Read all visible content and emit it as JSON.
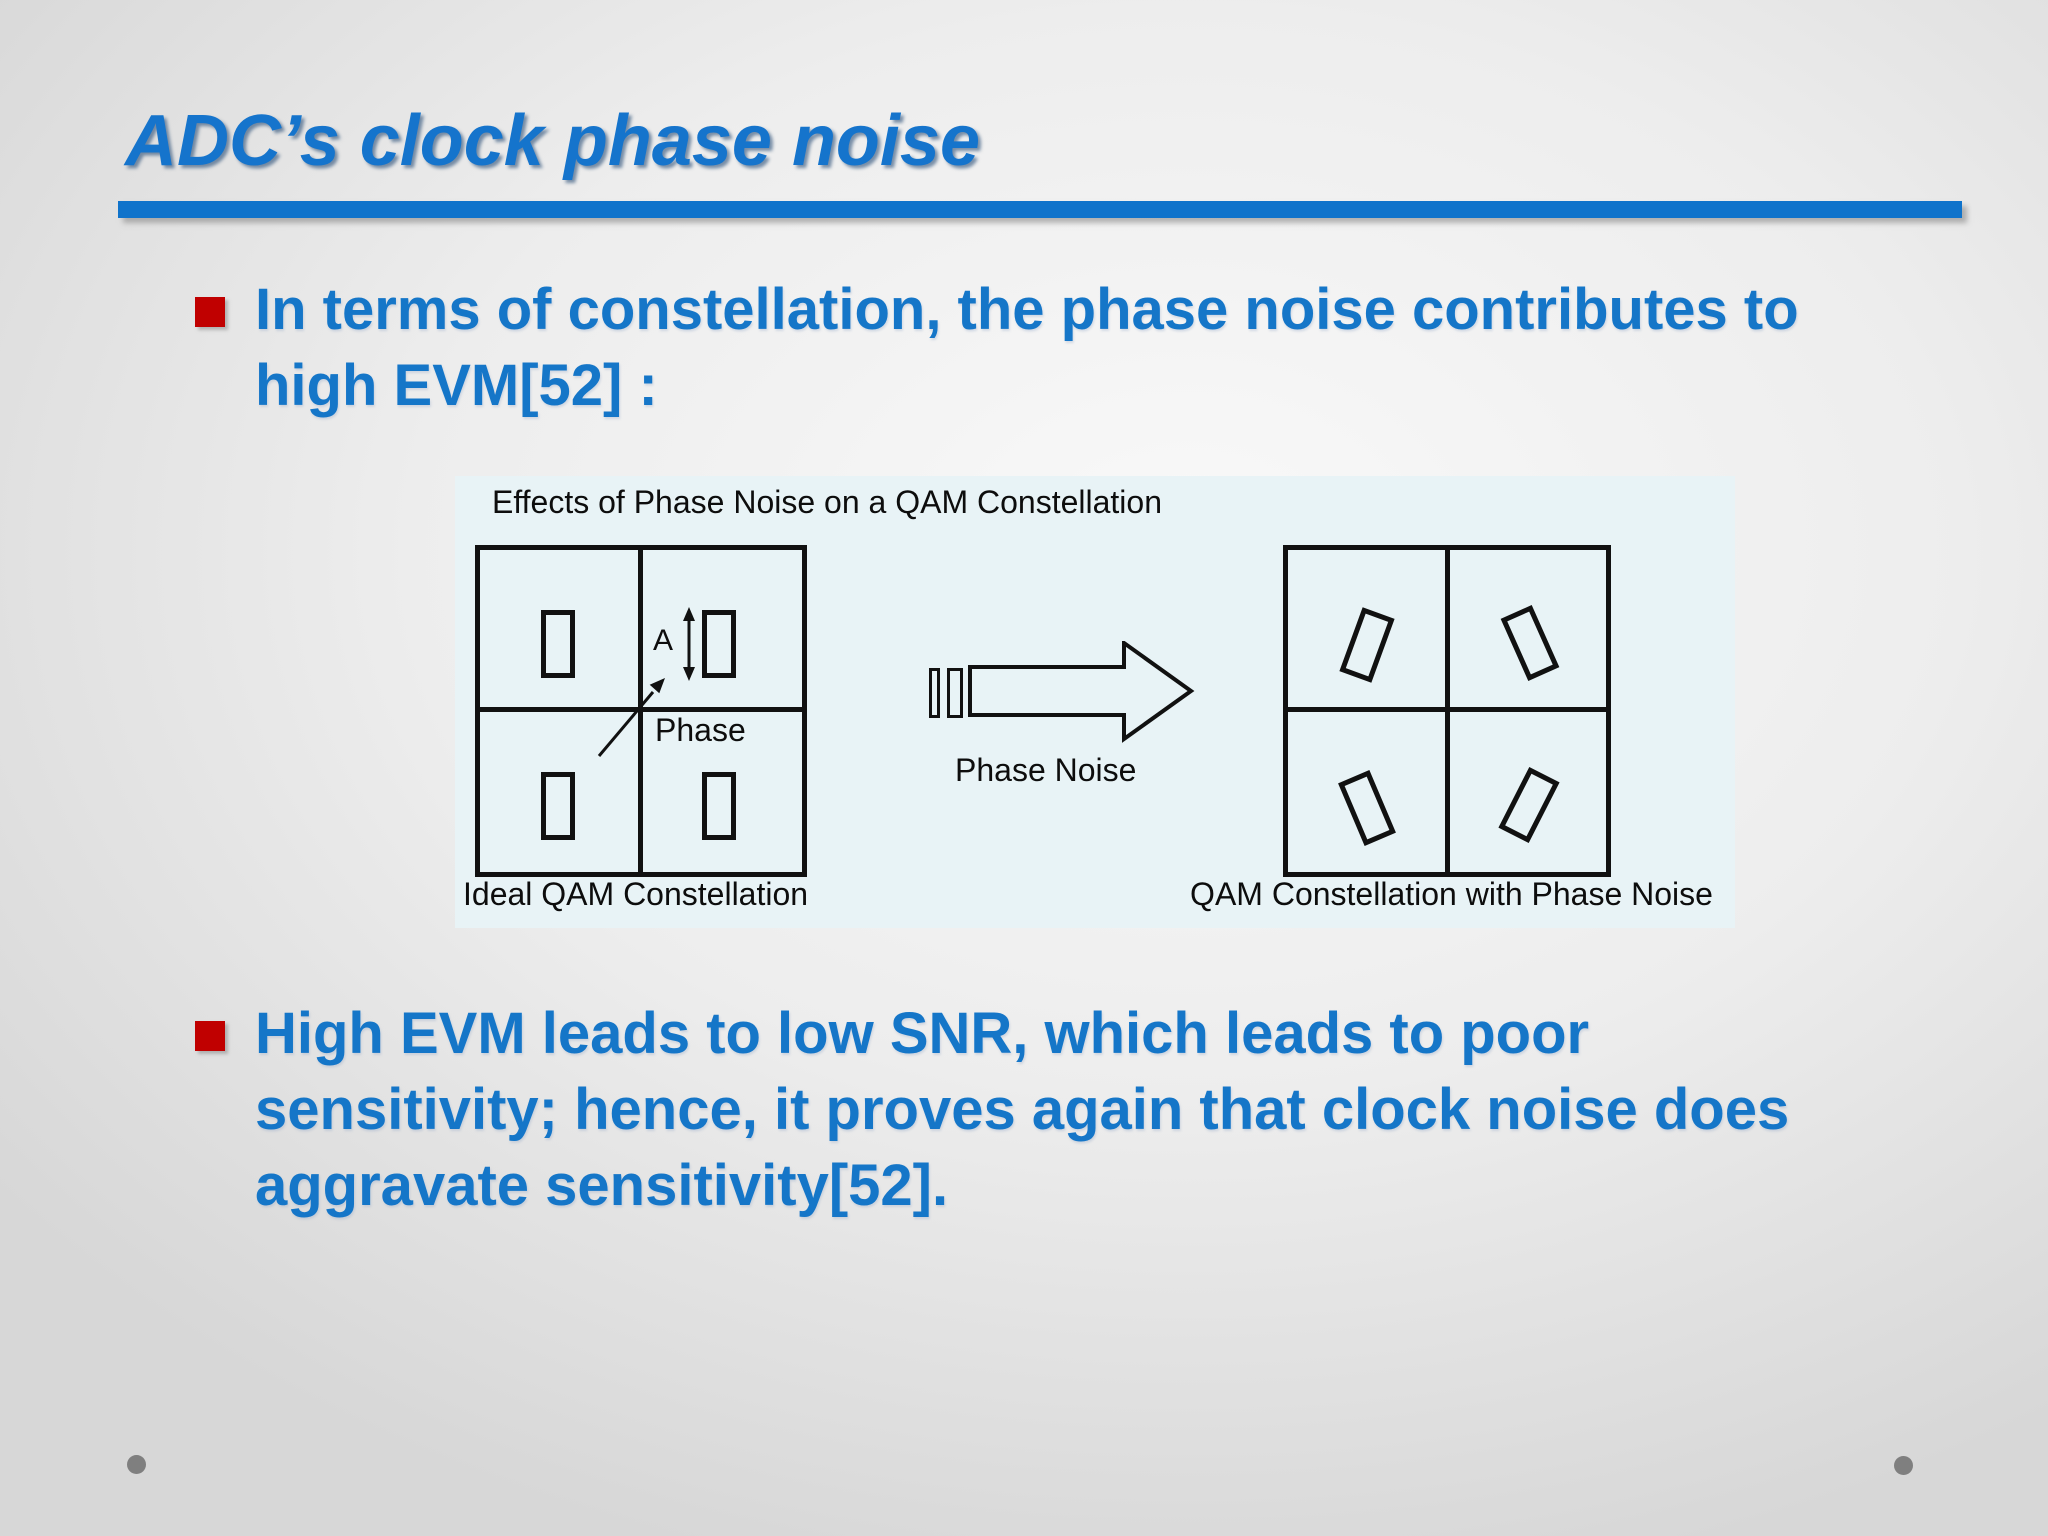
{
  "slide": {
    "title": "ADC’s clock phase noise",
    "bullets": [
      {
        "lines": [
          "In terms of constellation, the phase noise contributes to",
          "high EVM[52] :"
        ]
      },
      {
        "lines": [
          "High EVM leads to low SNR, which leads to poor",
          "sensitivity; hence, it proves again that clock noise does",
          "aggravate sensitivity[52]."
        ]
      }
    ]
  },
  "figure": {
    "title": "Effects of Phase Noise on a QAM Constellation",
    "left_caption": "Ideal QAM Constellation",
    "right_caption": "QAM Constellation with Phase Noise",
    "arrow_label": "Phase Noise",
    "amplitude_label": "A",
    "phase_label": "Phase"
  },
  "icons": {
    "phase_noise_block_arrow": "right-block-arrow-outline",
    "amplitude_double_arrow": "vertical-double-headed-arrow",
    "phase_direction_arrow": "diagonal-up-right-arrow"
  },
  "colors": {
    "title_blue": "#1574CC",
    "body_blue": "#1576C8",
    "rule_blue": "#0F73CB",
    "bullet_red": "#C00000",
    "figure_bg": "#E8F3F6",
    "diagram_ink": "#111111",
    "dot_gray": "#7F7F7F",
    "background_gray": "#E5E5E5"
  }
}
